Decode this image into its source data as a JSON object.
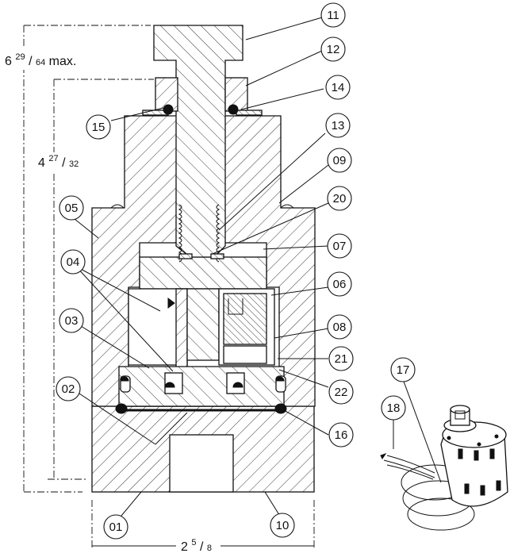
{
  "dimensions": {
    "overall_height": {
      "whole": "6",
      "num": "29",
      "den": "64",
      "suffix": "max."
    },
    "body_height": {
      "whole": "4",
      "num": "27",
      "den": "32"
    },
    "width": {
      "whole": "2",
      "num": "5",
      "den": "8"
    }
  },
  "callouts": {
    "c11": "11",
    "c12": "12",
    "c14": "14",
    "c15": "15",
    "c13": "13",
    "c09": "09",
    "c05": "05",
    "c20": "20",
    "c07": "07",
    "c04": "04",
    "c06": "06",
    "c03": "03",
    "c08": "08",
    "c21": "21",
    "c02": "02",
    "c22": "22",
    "c16": "16",
    "c01": "01",
    "c10": "10",
    "c17": "17",
    "c18": "18"
  }
}
